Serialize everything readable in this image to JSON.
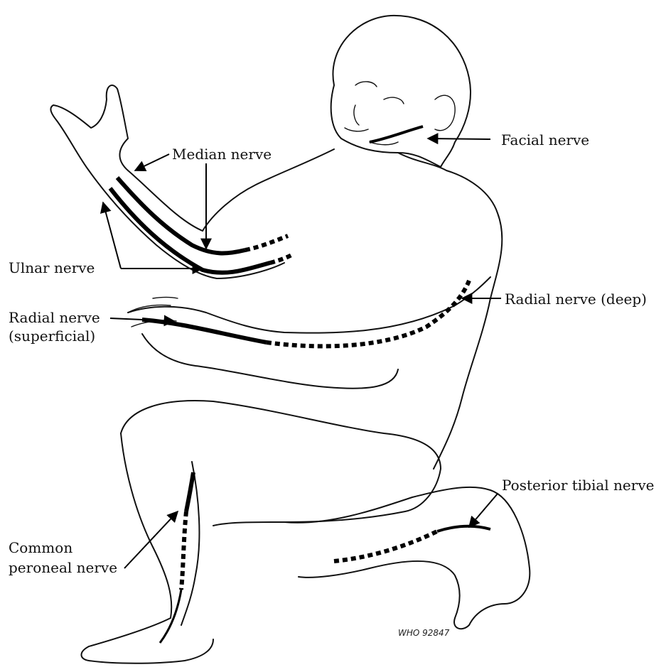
{
  "labels": {
    "facial": "Facial nerve",
    "median": "Median nerve",
    "ulnar": "Ulnar nerve",
    "radial_superficial_1": "Radial nerve",
    "radial_superficial_2": "(superficial)",
    "radial_deep": "Radial nerve (deep)",
    "posterior_tibial": "Posterior tibial nerve",
    "common_peroneal_1": "Common",
    "common_peroneal_2": "peroneal nerve"
  },
  "figure_code": "WHO 92847"
}
